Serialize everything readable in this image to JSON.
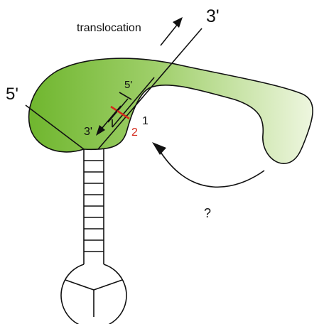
{
  "labels": {
    "translocation": "translocation",
    "three_prime_top": "3'",
    "five_prime_left": "5'",
    "five_prime_inner": "5'",
    "three_prime_inner": "3'",
    "site_1": "1",
    "site_2": "2",
    "question": "?"
  },
  "colors": {
    "green_dark": "#6fb62e",
    "green_light": "#eef6df",
    "stroke": "#111111",
    "highlight_red": "#d42a1c"
  }
}
